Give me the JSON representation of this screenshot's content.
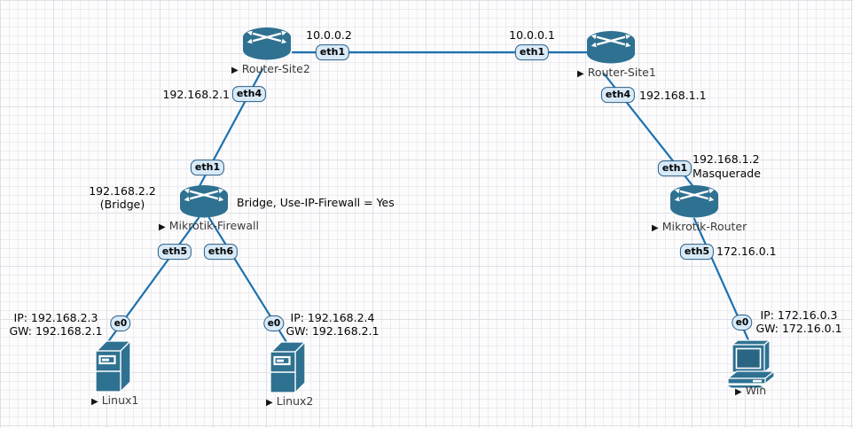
{
  "colors": {
    "canvas_bg": "#fcfcfd",
    "grid_minor": "#ececf1",
    "grid_major": "#dfdfe6",
    "link": "#1d71ae",
    "device_fill": "#2f7191",
    "device_screen": "#2a6584",
    "badge_fill": "#d8eaf7",
    "badge_border": "#2b5d84",
    "node_label_text": "#3b3b3b",
    "annotation_text": "#050505"
  },
  "ui": {
    "node_marker": "▶"
  },
  "nodes": {
    "router_site2": {
      "label": "Router-Site2",
      "type": "router"
    },
    "router_site1": {
      "label": "Router-Site1",
      "type": "router"
    },
    "mikrotik_firewall": {
      "label": "Mikrotik-Firewall",
      "type": "router"
    },
    "mikrotik_router": {
      "label": "Mikrotik-Router",
      "type": "router"
    },
    "linux1": {
      "label": "Linux1",
      "type": "server"
    },
    "linux2": {
      "label": "Linux2",
      "type": "server"
    },
    "win": {
      "label": "Win",
      "type": "pc"
    }
  },
  "ports": {
    "r2_eth1": "eth1",
    "r1_eth1": "eth1",
    "r2_eth4": "eth4",
    "r1_eth4": "eth4",
    "fw_eth1": "eth1",
    "mr_eth1": "eth1",
    "fw_eth5": "eth5",
    "fw_eth6": "eth6",
    "mr_eth5": "eth5",
    "linux1_e0": "e0",
    "linux2_e0": "e0",
    "win_e0": "e0"
  },
  "annotations": {
    "wan_ip_site2": "10.0.0.2",
    "wan_ip_site1": "10.0.0.1",
    "site2_lan_ip": "192.168.2.1",
    "site1_lan_ip": "192.168.1.1",
    "firewall_ip": "192.168.2.2",
    "firewall_mode": "(Bridge)",
    "firewall_note": "Bridge, Use-IP-Firewall = Yes",
    "mikrotik_router_ip": "192.168.1.2",
    "mikrotik_router_mode": "Masquerade",
    "mikrotik_router_lan_ip": "172.16.0.1",
    "linux1_ip": "IP: 192.168.2.3",
    "linux1_gw": "GW: 192.168.2.1",
    "linux2_ip": "IP: 192.168.2.4",
    "linux2_gw": "GW: 192.168.2.1",
    "win_ip": "IP: 172.16.0.3",
    "win_gw": "GW: 172.16.0.1"
  }
}
